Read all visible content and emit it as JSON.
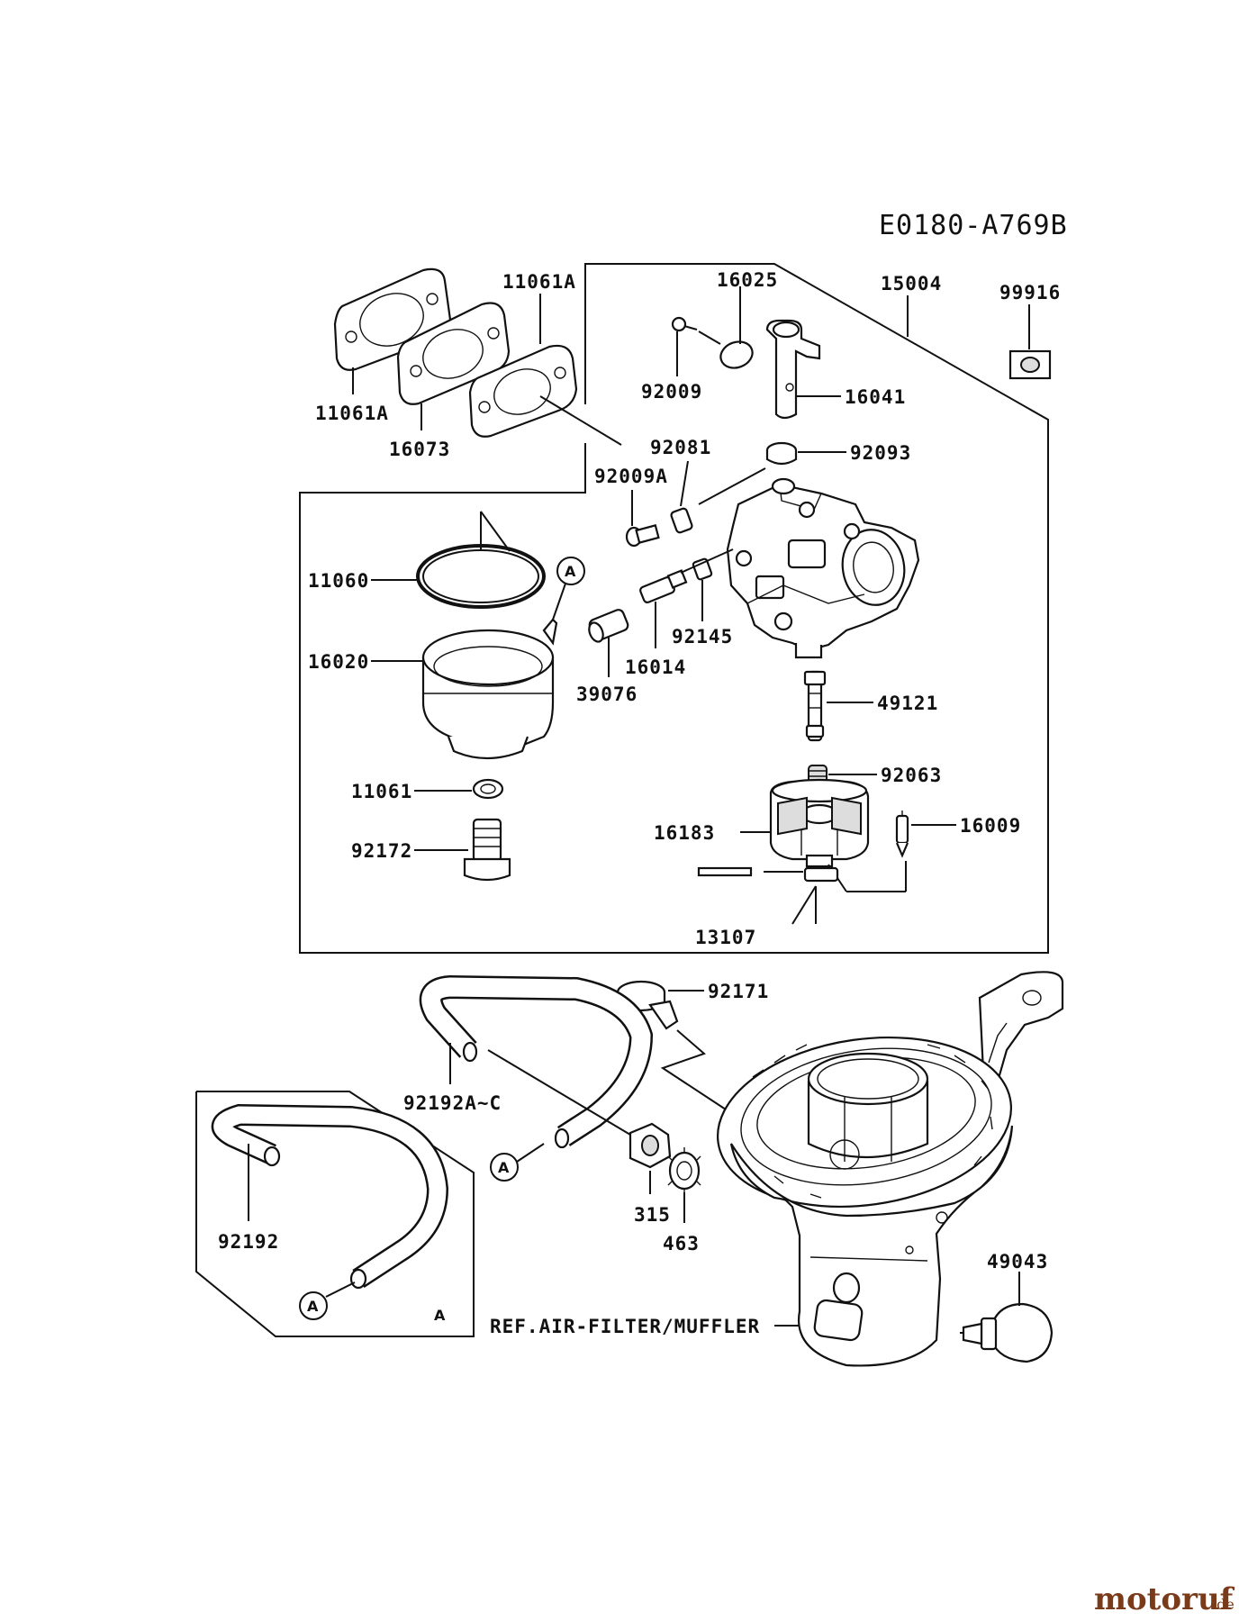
{
  "diagram_code": "E0180-A769B",
  "parts": {
    "p15004": "15004",
    "p16025": "16025",
    "p99916": "99916",
    "p11061A_top": "11061A",
    "p11061A_left": "11061A",
    "p16073": "16073",
    "p92009": "92009",
    "p16041": "16041",
    "p92081": "92081",
    "p92093": "92093",
    "p92009A": "92009A",
    "p11060": "11060",
    "p16020": "16020",
    "p92145": "92145",
    "p16014": "16014",
    "p39076": "39076",
    "p49121": "49121",
    "p92063": "92063",
    "p11061": "11061",
    "p16183": "16183",
    "p16009": "16009",
    "p92172": "92172",
    "p13107": "13107",
    "p92171": "92171",
    "p92192A": "92192A~C",
    "p315": "315",
    "p463": "463",
    "p92192": "92192",
    "p49043": "49043",
    "ref_air_filter": "REF.AIR-FILTER/MUFFLER"
  },
  "callouts": {
    "a1": "A",
    "a2": "A",
    "a3": "A",
    "inset_label": "A"
  },
  "watermark": {
    "main": "motoruf",
    "suffix": ".de"
  },
  "colors": {
    "line": "#111111",
    "background": "#ffffff",
    "watermark": "#7a3b1a"
  }
}
